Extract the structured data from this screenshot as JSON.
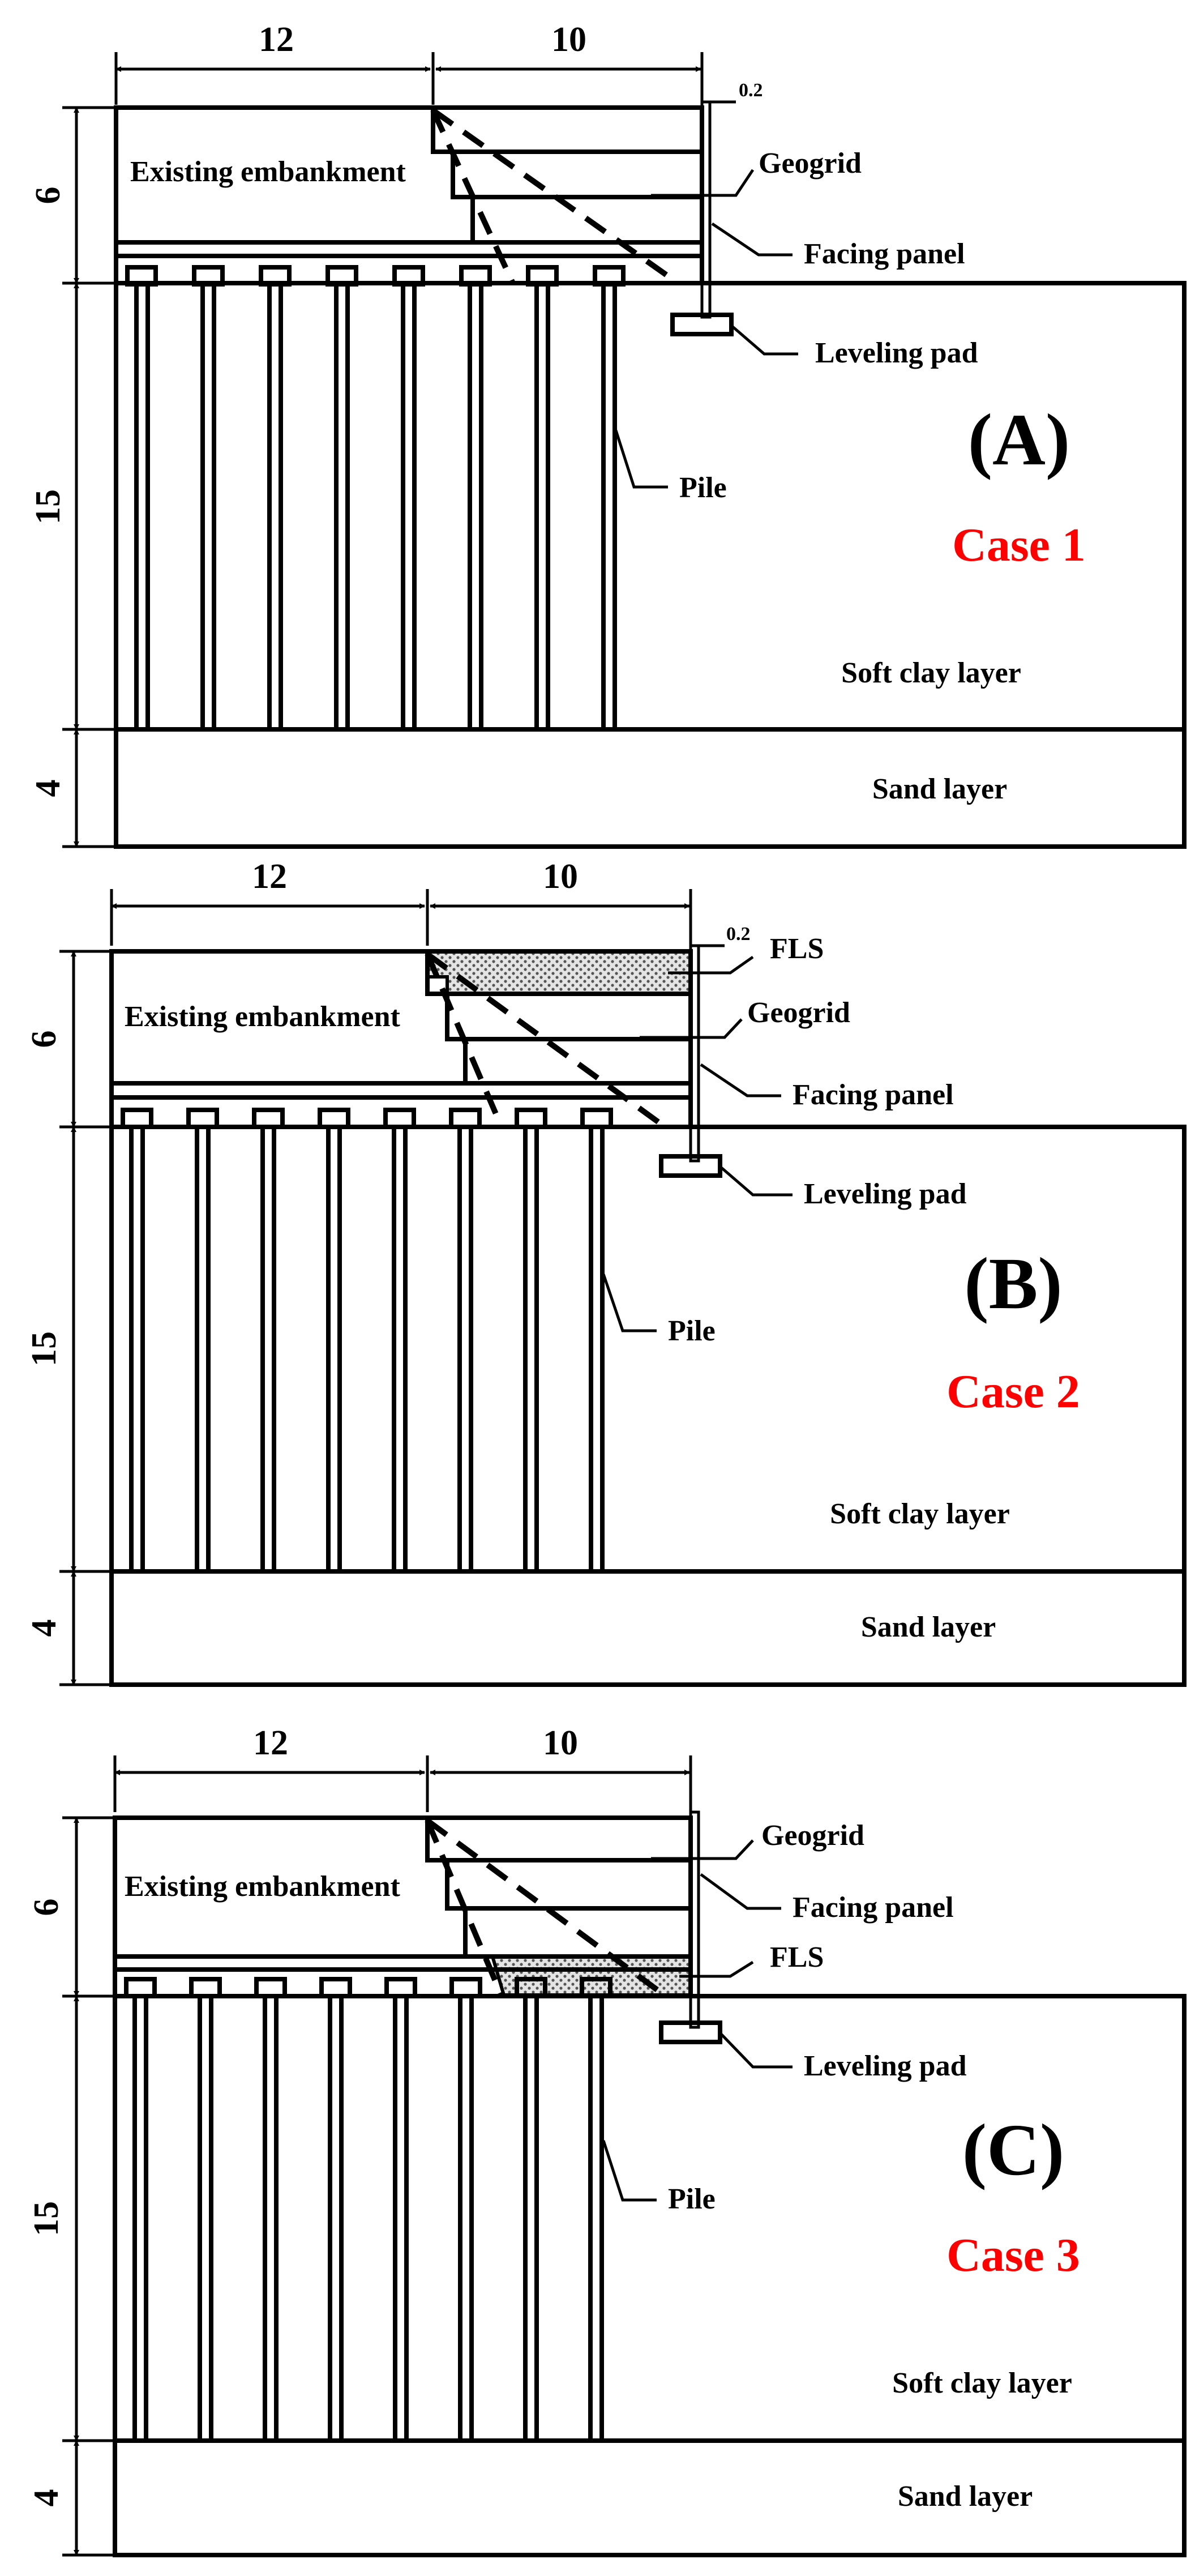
{
  "panels": [
    {
      "id": "(A)",
      "case": "Case 1",
      "dims": {
        "top_left": "12",
        "top_right": "10",
        "thickness": "0.2",
        "h_embankment": "6",
        "h_clay": "15",
        "h_sand": "4"
      },
      "labels": {
        "embankment": "Existing embankment",
        "geogrid": "Geogrid",
        "facing": "Facing panel",
        "pad": "Leveling pad",
        "pile": "Pile",
        "clay": "Soft clay layer",
        "sand": "Sand layer"
      }
    },
    {
      "id": "(B)",
      "case": "Case 2",
      "dims": {
        "top_left": "12",
        "top_right": "10",
        "thickness": "0.2",
        "h_embankment": "6",
        "h_clay": "15",
        "h_sand": "4"
      },
      "labels": {
        "embankment": "Existing embankment",
        "fls": "FLS",
        "geogrid": "Geogrid",
        "facing": "Facing panel",
        "pad": "Leveling pad",
        "pile": "Pile",
        "clay": "Soft clay layer",
        "sand": "Sand layer"
      }
    },
    {
      "id": "(C)",
      "case": "Case 3",
      "dims": {
        "top_left": "12",
        "top_right": "10",
        "h_embankment": "6",
        "h_clay": "15",
        "h_sand": "4"
      },
      "labels": {
        "embankment": "Existing embankment",
        "geogrid": "Geogrid",
        "facing": "Facing panel",
        "fls": "FLS",
        "pad": "Leveling pad",
        "pile": "Pile",
        "clay": "Soft clay layer",
        "sand": "Sand layer"
      }
    }
  ],
  "colors": {
    "case_label": "#ff0000",
    "line": "#000000",
    "fls_fill": "#b8b8b8"
  }
}
